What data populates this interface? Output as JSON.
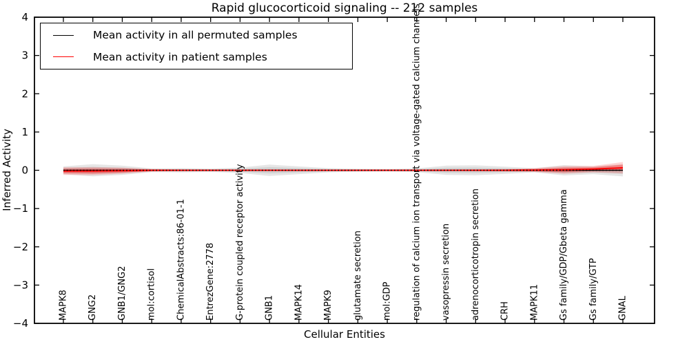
{
  "title": "Rapid glucocorticoid signaling -- 212 samples",
  "axes": {
    "x_label": "Cellular Entities",
    "y_label": "Inferred Activity",
    "y_tick_labels": [
      "4",
      "3",
      "2",
      "1",
      "0",
      "−1",
      "−2",
      "−3",
      "−4"
    ]
  },
  "legend": {
    "items": [
      {
        "label": "Mean activity in all permuted samples",
        "color": "#000000"
      },
      {
        "label": "Mean activity in patient samples",
        "color": "#ff0000"
      }
    ]
  },
  "colors": {
    "background": "#ffffff",
    "axes_frame": "#000000",
    "permuted_line": "#000000",
    "patient_line": "#ff0000",
    "permuted_band": "rgba(128,128,128,0.20)",
    "patient_band_outer": "rgba(255,0,0,0.17)",
    "patient_band_inner": "rgba(255,0,0,0.30)"
  },
  "chart_data": {
    "type": "line",
    "title": "Rapid glucocorticoid signaling -- 212 samples",
    "xlabel": "Cellular Entities",
    "ylabel": "Inferred Activity",
    "ylim": [
      -4,
      4
    ],
    "grid": false,
    "legend_position": "upper left",
    "x_tick_rotation": 90,
    "categories": [
      "MAPK8",
      "GNG2",
      "GNB1/GNG2",
      "mol:cortisol",
      "ChemicalAbstracts:86-01-1",
      "EntrezGene:2778",
      "G-protein coupled receptor activity",
      "GNB1",
      "MAPK14",
      "MAPK9",
      "glutamate secretion",
      "mol:GDP",
      "regulation of calcium ion transport via voltage-gated calcium channels",
      "vasopressin secretion",
      "adrenocorticotropin secretion",
      "CRH",
      "MAPK11",
      "Gs family/GDP/Gbeta gamma",
      "Gs family/GTP",
      "GNAL"
    ],
    "series": [
      {
        "name": "Mean activity in all permuted samples",
        "color": "#000000",
        "line_style": "solid with dotted black overlay at 0",
        "values": [
          0,
          0,
          0,
          0,
          0,
          0,
          0,
          0,
          0,
          0,
          0,
          0,
          0,
          0,
          0,
          0,
          0,
          0,
          0,
          0
        ],
        "band_std": [
          0.1,
          0.16,
          0.12,
          0.05,
          0.055,
          0.045,
          0.07,
          0.15,
          0.1,
          0.055,
          0.04,
          0.035,
          0.05,
          0.12,
          0.13,
          0.095,
          0.055,
          0.135,
          0.1,
          0.16
        ]
      },
      {
        "name": "Mean activity in patient samples",
        "color": "#ff0000",
        "line_style": "solid",
        "values": [
          -0.02,
          -0.02,
          -0.01,
          0,
          0,
          0,
          0,
          0,
          0,
          0,
          0,
          0,
          0,
          0,
          0,
          0,
          0.005,
          0.01,
          0.03,
          0.065
        ],
        "band_std_inner": [
          0.06,
          0.065,
          0.05,
          0.02,
          0.012,
          0.01,
          0.01,
          0.012,
          0.01,
          0.01,
          0.01,
          0.01,
          0.01,
          0.012,
          0.015,
          0.018,
          0.03,
          0.06,
          0.05,
          0.08
        ],
        "band_std_outer": [
          0.1,
          0.105,
          0.08,
          0.035,
          0.02,
          0.018,
          0.018,
          0.02,
          0.018,
          0.018,
          0.018,
          0.018,
          0.018,
          0.02,
          0.025,
          0.03,
          0.05,
          0.1,
          0.085,
          0.15
        ]
      }
    ]
  }
}
